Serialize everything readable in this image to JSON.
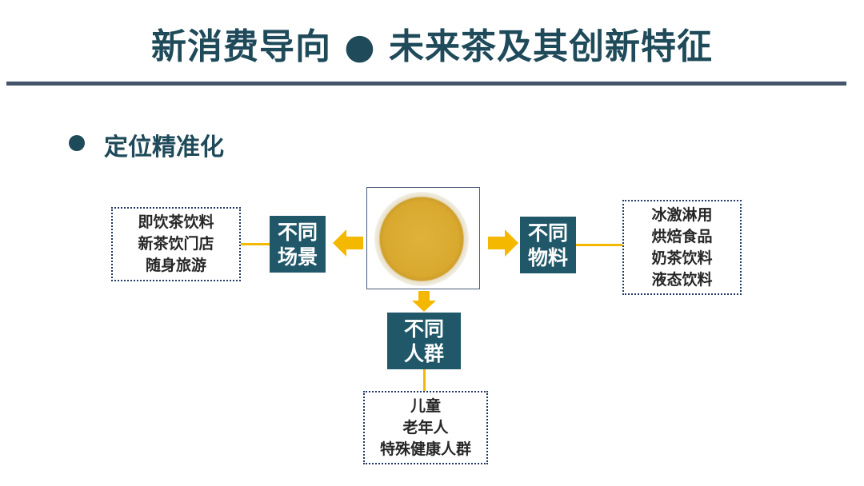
{
  "header": {
    "title": "新消费导向 ● 未来茶及其创新特征"
  },
  "section": {
    "heading": "定位精准化"
  },
  "diagram": {
    "accent_color": "#f5b800",
    "box_color": "#205869",
    "left": {
      "line1": "不同",
      "line2": "场景",
      "items": [
        "即饮茶饮料",
        "新茶饮门店",
        "随身旅游"
      ]
    },
    "right": {
      "line1": "不同",
      "line2": "物料",
      "items": [
        "冰激淋用",
        "烘焙食品",
        "奶茶饮料",
        "液态饮料"
      ]
    },
    "bottom": {
      "line1": "不同",
      "line2": "人群",
      "items": [
        "儿童",
        "老年人",
        "特殊健康人群"
      ]
    }
  }
}
